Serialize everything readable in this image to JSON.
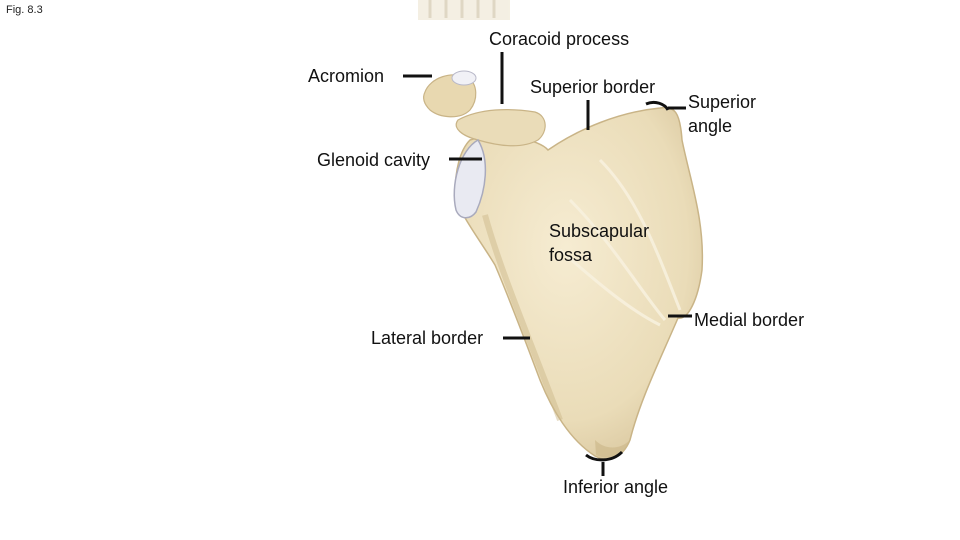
{
  "figure": {
    "number": "Fig. 8.3"
  },
  "labels": {
    "coracoid_process": "Coracoid process",
    "acromion": "Acromion",
    "superior_border": "Superior border",
    "superior_angle_line1": "Superior",
    "superior_angle_line2": "angle",
    "glenoid_cavity": "Glenoid cavity",
    "subscapular_fossa_line1": "Subscapular",
    "subscapular_fossa_line2": "fossa",
    "medial_border": "Medial border",
    "lateral_border": "Lateral border",
    "inferior_angle": "Inferior angle"
  },
  "colors": {
    "bone": "#eadcb8",
    "bone_shadow": "#cdb98c",
    "cartilage": "#e9eaf2",
    "leader": "#111111"
  }
}
